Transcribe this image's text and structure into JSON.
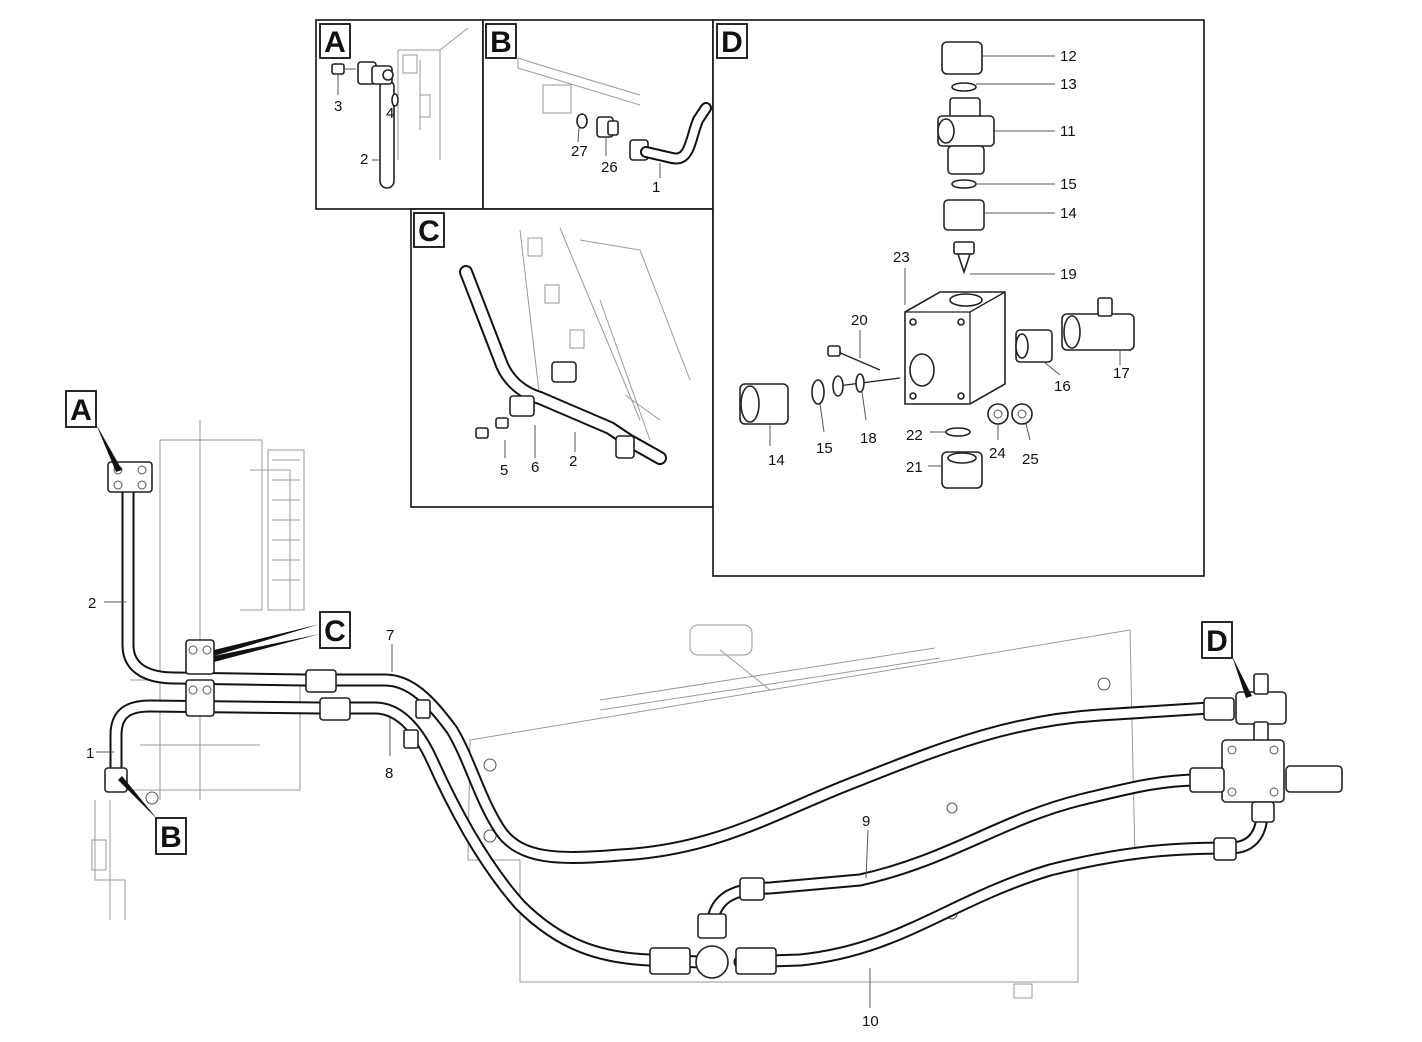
{
  "diagram": {
    "insets": [
      {
        "id": "A",
        "label": "A",
        "parts": [
          "3",
          "4",
          "2"
        ]
      },
      {
        "id": "B",
        "label": "B",
        "parts": [
          "27",
          "26",
          "1"
        ]
      },
      {
        "id": "C",
        "label": "C",
        "parts": [
          "5",
          "6",
          "2"
        ]
      },
      {
        "id": "D",
        "label": "D",
        "parts": [
          "12",
          "13",
          "11",
          "15",
          "14",
          "19",
          "23",
          "20",
          "16",
          "17",
          "14",
          "15",
          "18",
          "22",
          "24",
          "25",
          "21"
        ]
      }
    ],
    "main_callouts": {
      "A": "A",
      "B": "B",
      "C": "C",
      "D": "D"
    },
    "main_parts": [
      "2",
      "1",
      "7",
      "8",
      "9",
      "10"
    ]
  }
}
